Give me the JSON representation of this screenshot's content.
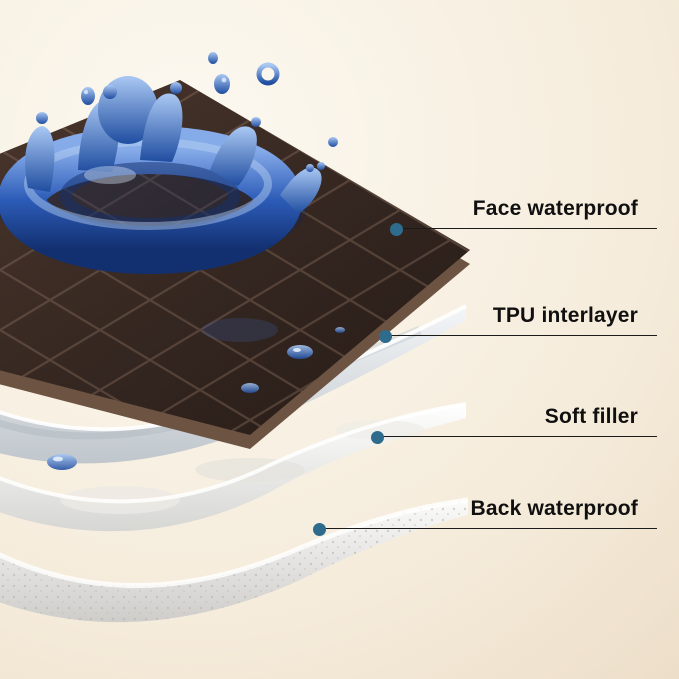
{
  "diagram": {
    "subject": "waterproof fabric layer structure"
  },
  "callouts": [
    {
      "label": "Face waterproof"
    },
    {
      "label": "TPU interlayer"
    },
    {
      "label": "Soft filler"
    },
    {
      "label": "Back waterproof"
    }
  ],
  "colors": {
    "dot_color": "#2e6b8d",
    "line_color": "#1b1b1b",
    "label_color": "#101010",
    "bg_light": "#fcf9f1",
    "bg_dark": "#e7d5bd",
    "face_fabric": "#3a2b23",
    "water_blue": "#2a57ae"
  }
}
